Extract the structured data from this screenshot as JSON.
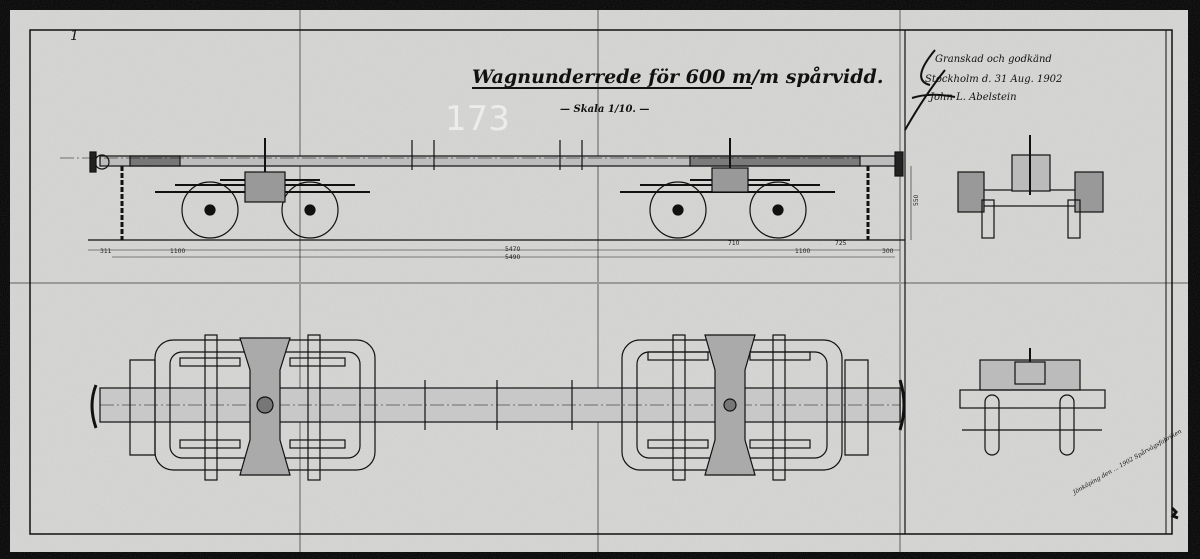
{
  "drawing": {
    "title": "Wagnunderrede för 600 m/m spårvidd.",
    "scale": "— Skala 1/10. —",
    "sheet_number": "173",
    "approval_note": "Granskad och godkänd Stockholm d. 31 Aug. 1902 John L. Abelstein",
    "maker_note": "Jönköping den ... 1902 Spårvägsfabriken",
    "corner_mark": "1"
  },
  "dimensions": {
    "left_overhang": "311",
    "left_wheelbase": "1100",
    "overall_inner": "5470",
    "overall_total": "5490",
    "right_a": "710",
    "right_wheelbase": "1100",
    "right_b": "725",
    "right_overhang": "300",
    "height": "550"
  },
  "colors": {
    "paper": "#d6d6d4",
    "ink": "#151515"
  }
}
